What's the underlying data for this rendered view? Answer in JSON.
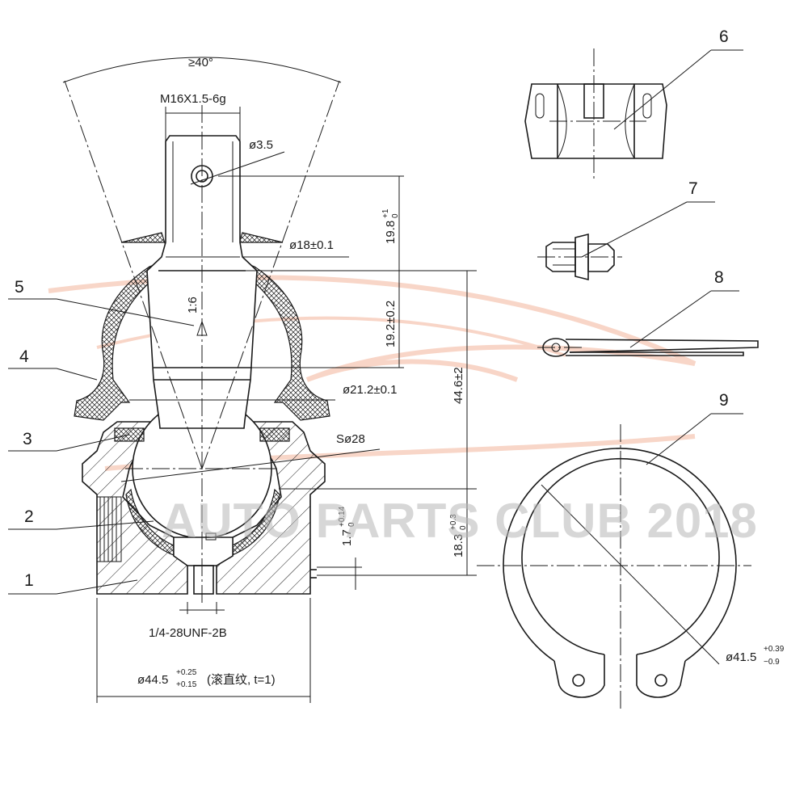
{
  "drawing": {
    "watermark": "AUTO PARTS CLUB 2018",
    "dimensions": {
      "angle": "≥40°",
      "thread": "M16X1.5-6g",
      "pin_hole": "ø3.5",
      "taper_dia": "ø18±0.1",
      "len_top": "19.8",
      "len_top_tol_up": "+1",
      "len_top_tol_dn": "0",
      "taper": "1:6",
      "len_mid": "19.2±0.2",
      "neck_dia": "ø21.2±0.1",
      "overall_len": "44.6±2",
      "sphere": "Sø28",
      "gap": "1.7",
      "gap_tol_up": "+0.14",
      "gap_tol_dn": "0",
      "housing_len": "18.3",
      "housing_tol_up": "+0.3",
      "housing_tol_dn": "0",
      "grease_thread": "1/4-28UNF-2B",
      "housing_dia": "ø44.5",
      "housing_dia_tol_up": "+0.25",
      "housing_dia_tol_dn": "+0.15",
      "housing_dia_note": "(滚直纹, t=1)",
      "ring_dia": "ø41.5",
      "ring_dia_tol_up": "+0.39",
      "ring_dia_tol_dn": "−0.9"
    },
    "callouts": [
      "1",
      "2",
      "3",
      "4",
      "5",
      "6",
      "7",
      "8",
      "9"
    ]
  },
  "colors": {
    "line": "#1a1a1a",
    "watermark_swoosh": "#f3b49a",
    "watermark_text": "#b8b8b8"
  }
}
